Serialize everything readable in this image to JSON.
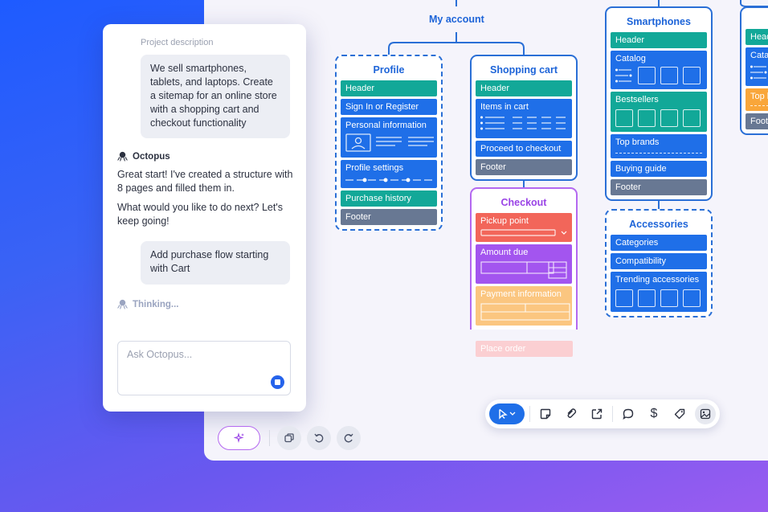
{
  "chat": {
    "description_label": "Project description",
    "user_message_1": "We sell smartphones, tablets, and laptops. Create a sitemap for an online store with a shopping cart and checkout functionality",
    "assistant_name": "Octopus",
    "assistant_reply_1": "Great start! I've created a structure with 8 pages and filled them in.",
    "assistant_reply_2": "What would you like to do next? Let's keep going!",
    "user_message_2": "Add purchase flow starting with Cart",
    "status": "Thinking...",
    "input_placeholder": "Ask Octopus..."
  },
  "sitemap": {
    "root": "My account",
    "profile": {
      "title": "Profile",
      "sections": [
        "Header",
        "Sign In or Register",
        "Personal information",
        "Profile settings",
        "Purchase history",
        "Footer"
      ]
    },
    "cart": {
      "title": "Shopping cart",
      "sections": [
        "Header",
        "Items in cart",
        "Proceed to checkout",
        "Footer"
      ]
    },
    "checkout": {
      "title": "Checkout",
      "sections": [
        "Pickup point",
        "Amount due",
        "Payment information",
        "Place order"
      ]
    },
    "smartphones": {
      "title": "Smartphones",
      "sections": [
        "Header",
        "Catalog",
        "Bestsellers",
        "Top brands",
        "Buying guide",
        "Footer"
      ]
    },
    "accessories": {
      "title": "Accessories",
      "sections": [
        "Categories",
        "Compatibility",
        "Trending accessories"
      ]
    },
    "partial": {
      "sections": [
        "Head",
        "Cata",
        "Top b",
        "Foot"
      ]
    }
  },
  "colors": {
    "accent_blue": "#1f6fe8",
    "teal": "#12a898",
    "gray": "#687893",
    "checkout_purple": "#b468f0"
  },
  "toolbar": {
    "icons": [
      "cursor-icon",
      "note-icon",
      "link-icon",
      "export-icon",
      "comment-icon",
      "dollar-icon",
      "tag-icon",
      "image-icon"
    ],
    "dollar": "$"
  }
}
